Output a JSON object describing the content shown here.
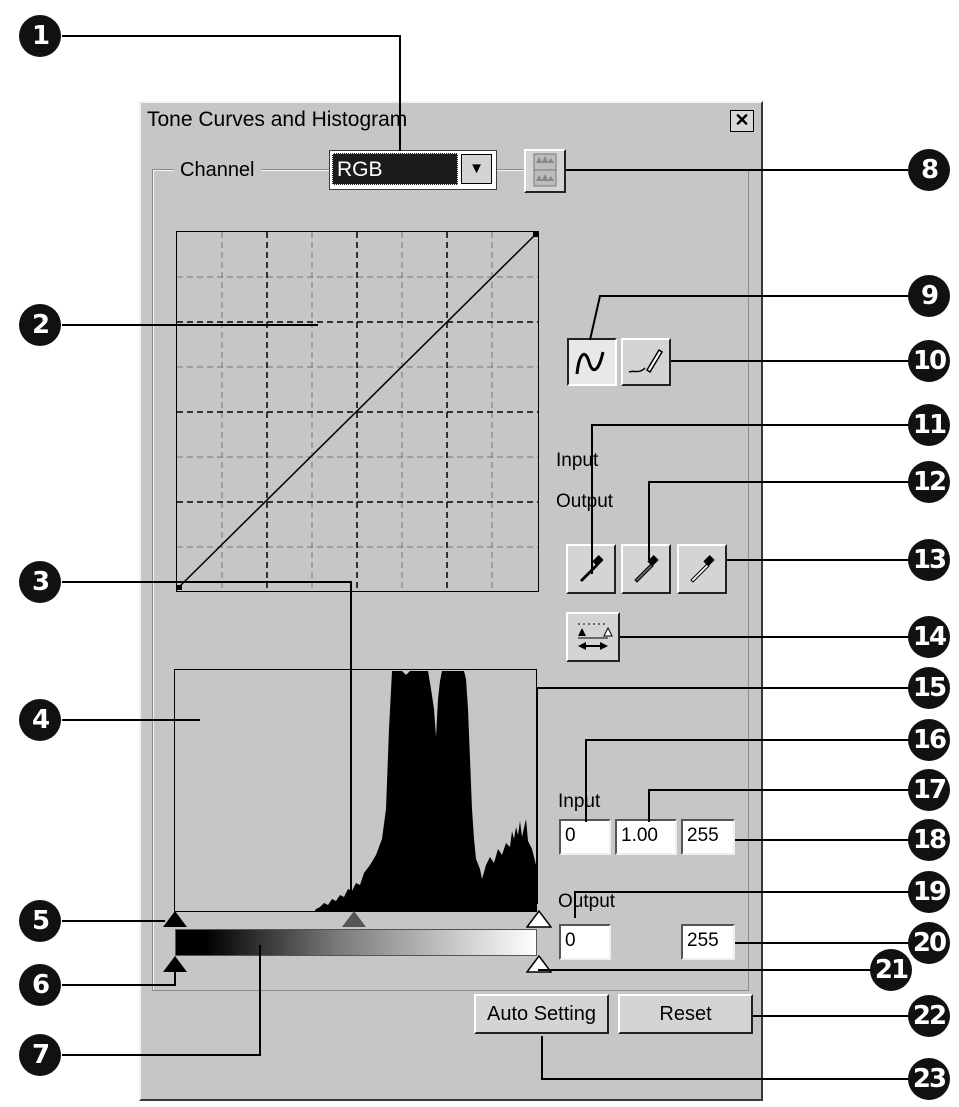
{
  "window": {
    "title": "Tone Curves and Histogram",
    "close_glyph": "✕"
  },
  "channel": {
    "label": "Channel",
    "selected": "RGB",
    "arrow_glyph": "▼"
  },
  "tools": {
    "curve_tool_icon": "curve-icon",
    "freehand_tool_icon": "pencil-icon",
    "input_label": "Input",
    "output_label": "Output",
    "eyedroppers": [
      "black-point-eyedropper-icon",
      "gray-point-eyedropper-icon",
      "white-point-eyedropper-icon"
    ],
    "level_reset_icon": "auto-level-icon"
  },
  "levels": {
    "input_label": "Input",
    "input_shadow": "0",
    "input_gamma": "1.00",
    "input_highlight": "255",
    "output_label": "Output",
    "output_shadow": "0",
    "output_highlight": "255"
  },
  "buttons": {
    "auto_setting": "Auto Setting",
    "reset": "Reset"
  },
  "callouts": [
    "1",
    "2",
    "3",
    "4",
    "5",
    "6",
    "7",
    "8",
    "9",
    "10",
    "11",
    "12",
    "13",
    "14",
    "15",
    "16",
    "17",
    "18",
    "19",
    "20",
    "21",
    "22",
    "23"
  ],
  "colors": {
    "dialog_bg": "#c6c6c6",
    "selection": "#1c1c1c",
    "callout": "#111111"
  }
}
